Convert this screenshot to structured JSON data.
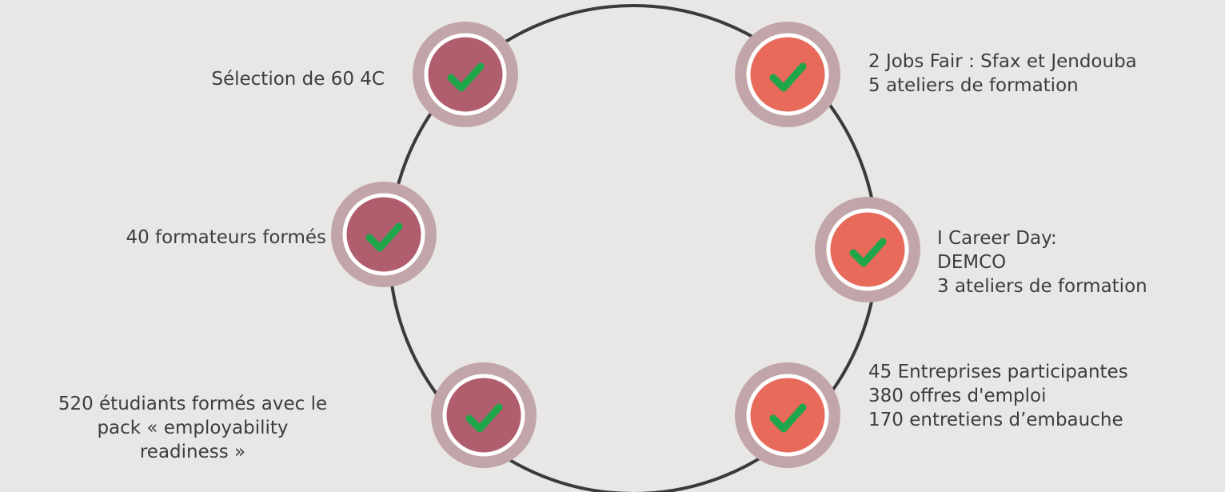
{
  "nodes": [
    {
      "id": "n1",
      "group": "left",
      "color": "#b05d6e",
      "icon": "check-icon",
      "lines": [
        "Sélection de 60 4C"
      ]
    },
    {
      "id": "n2",
      "group": "left",
      "color": "#b05d6e",
      "icon": "check-icon",
      "lines": [
        "40 formateurs formés"
      ]
    },
    {
      "id": "n3",
      "group": "left",
      "color": "#b05d6e",
      "icon": "check-icon",
      "lines": [
        "520 étudiants formés avec le",
        "pack « employability",
        "readiness »"
      ]
    },
    {
      "id": "n4",
      "group": "right",
      "color": "#e86a5a",
      "icon": "check-icon",
      "lines": [
        "2 Jobs Fair : Sfax et Jendouba",
        "5 ateliers de formation"
      ]
    },
    {
      "id": "n5",
      "group": "right",
      "color": "#e86a5a",
      "icon": "check-icon",
      "lines": [
        "I Career Day:",
        "DEMCO",
        "3 ateliers de formation"
      ]
    },
    {
      "id": "n6",
      "group": "right",
      "color": "#e86a5a",
      "icon": "check-icon",
      "lines": [
        "45 Entreprises participantes",
        "380 offres d'emploi",
        "170 entretiens d’embauche"
      ]
    }
  ],
  "colors": {
    "background": "#e8e7e5",
    "ring": "#3a3a3a",
    "halo": "#c1a5a9",
    "node_border": "#ffffff",
    "check": "#1fa64a",
    "text": "#3d3d3d"
  }
}
